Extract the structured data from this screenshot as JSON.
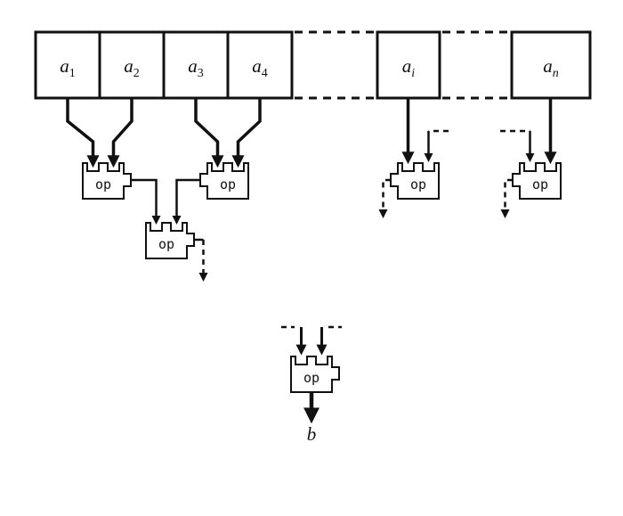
{
  "array": {
    "cells": [
      {
        "base": "a",
        "sub": "1"
      },
      {
        "base": "a",
        "sub": "2"
      },
      {
        "base": "a",
        "sub": "3"
      },
      {
        "base": "a",
        "sub": "4"
      },
      {
        "base": "a",
        "sub": "i"
      },
      {
        "base": "a",
        "sub": "n"
      }
    ]
  },
  "op_label": "op",
  "output_label": "b",
  "colors": {
    "ink": "#111111",
    "bg": "#ffffff"
  }
}
